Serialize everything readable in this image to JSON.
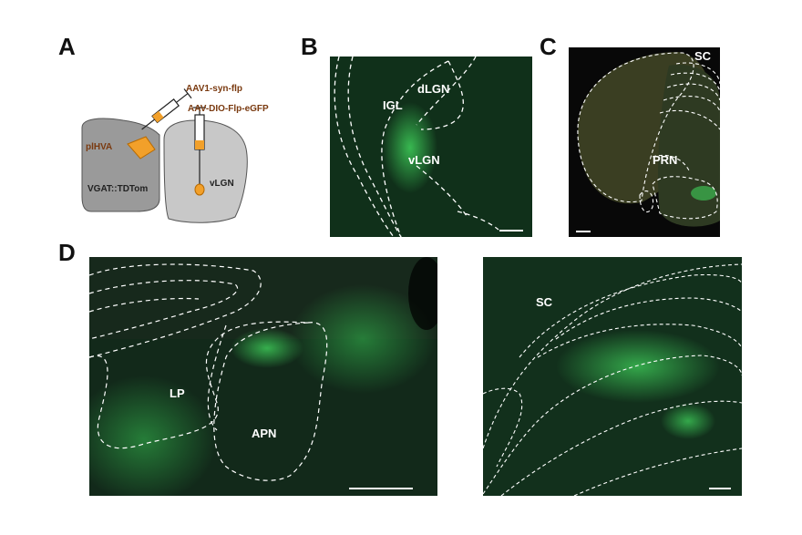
{
  "panels": {
    "a": {
      "letter": "A",
      "injection1": "AAV1-syn-flp",
      "injection2": "AAV-DIO-Flp-eGFP",
      "region1": "plHVA",
      "region2": "vLGN",
      "mouse_line": "VGAT::TDTom",
      "colors": {
        "brain_left": "#9a9a9a",
        "brain_right": "#c8c8c8",
        "injection": "#f2a02a"
      }
    },
    "b": {
      "letter": "B",
      "labels": [
        "IGL",
        "dLGN",
        "vLGN"
      ]
    },
    "c": {
      "letter": "C",
      "labels": [
        "SC",
        "PRN"
      ]
    },
    "d": {
      "letter": "D",
      "labels_left": [
        "LP",
        "APN"
      ],
      "labels_right": [
        "SC"
      ]
    }
  }
}
